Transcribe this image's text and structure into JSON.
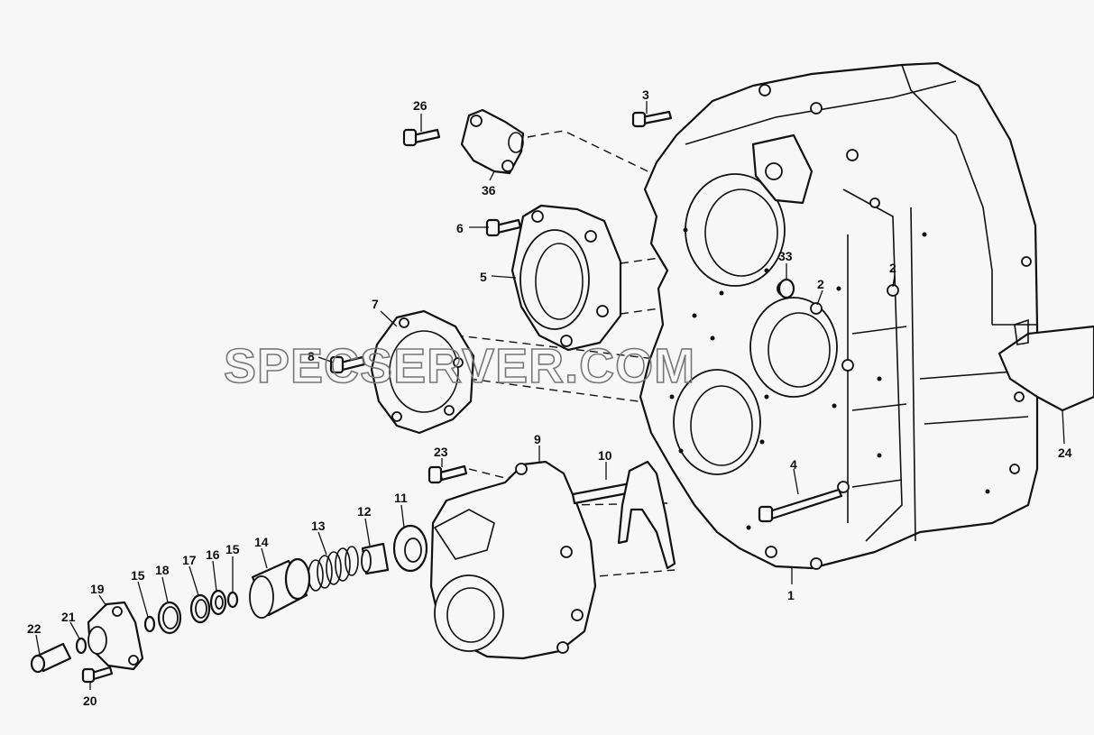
{
  "watermark": "SPECSERVER.COM",
  "callouts": {
    "c1": "1",
    "c2a": "2",
    "c2b": "2",
    "c3": "3",
    "c4": "4",
    "c5": "5",
    "c6": "6",
    "c7": "7",
    "c8": "8",
    "c9": "9",
    "c10": "10",
    "c11": "11",
    "c12": "12",
    "c13": "13",
    "c14": "14",
    "c15a": "15",
    "c15b": "15",
    "c16": "16",
    "c17": "17",
    "c18": "18",
    "c19": "19",
    "c20": "20",
    "c21": "21",
    "c22": "22",
    "c23": "23",
    "c24": "24",
    "c26": "26",
    "c33": "33",
    "c36": "36"
  },
  "colors": {
    "ink": "#111111",
    "paper": "#f7f7f7",
    "watermark": "#777777"
  }
}
